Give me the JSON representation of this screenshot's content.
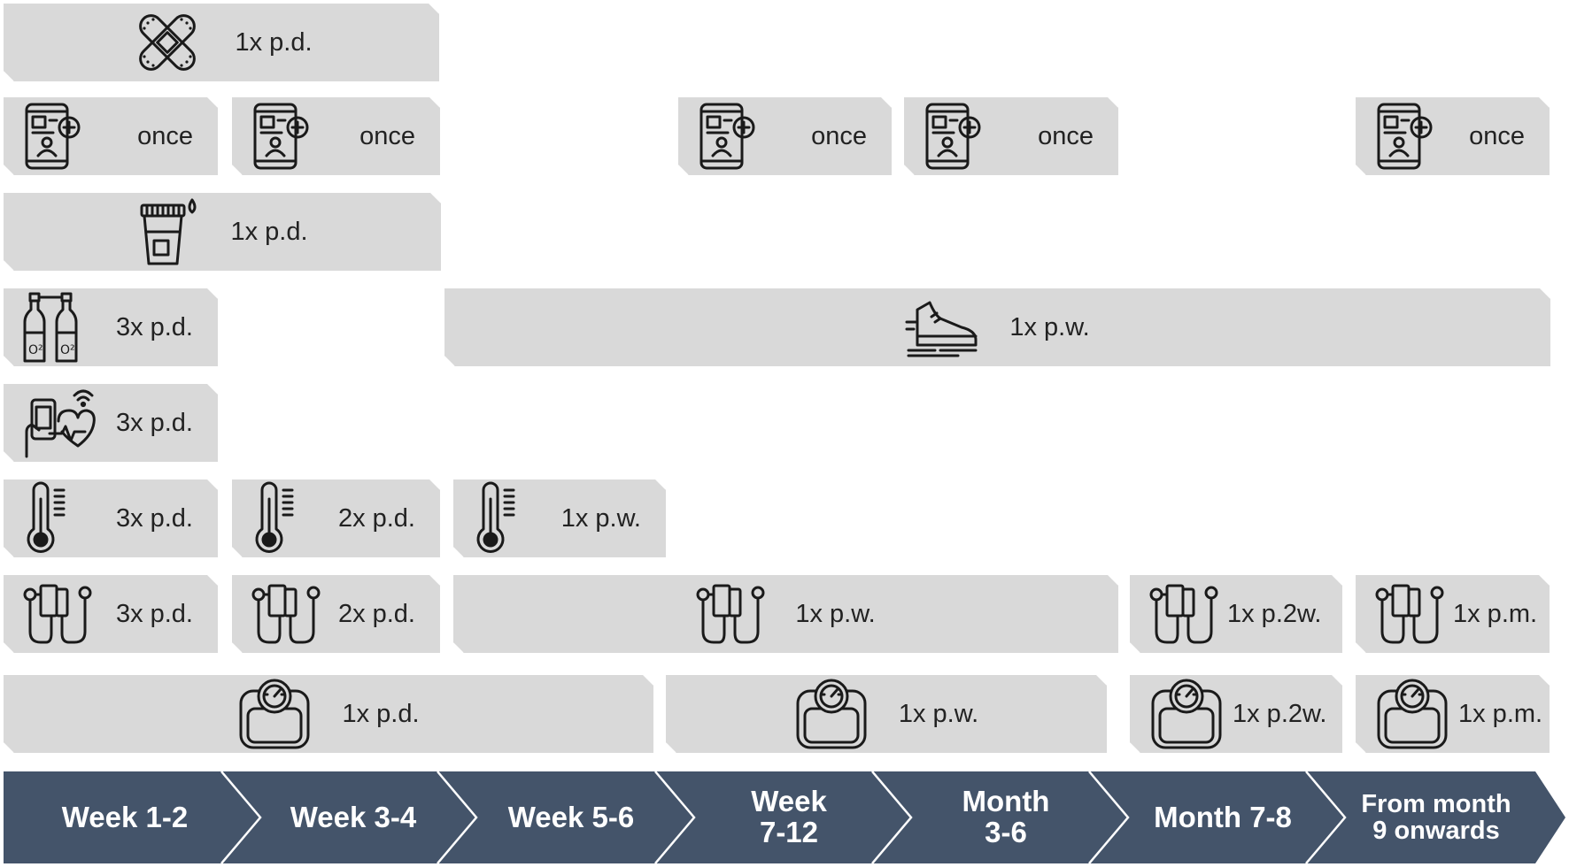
{
  "colors": {
    "bar": "#d9d9d9",
    "timeline": "#44546a",
    "chevron_line": "#ffffff",
    "icon_stroke": "#1a1a1a"
  },
  "periods": [
    "Week 1-2",
    "Week 3-4",
    "Week 5-6",
    "Week\n7-12",
    "Month\n3-6",
    "Month 7-8",
    "From month\n9 onwards"
  ],
  "rows": [
    {
      "name": "wound",
      "icon": "bandage-icon",
      "bars": [
        {
          "label": "1x p.d."
        }
      ]
    },
    {
      "name": "questionnaire",
      "icon": "mobile-medical-form-icon",
      "bars": [
        {
          "label": "once"
        },
        {
          "label": "once"
        },
        {
          "label": "once"
        },
        {
          "label": "once"
        },
        {
          "label": "once"
        }
      ]
    },
    {
      "name": "urine",
      "icon": "urine-cup-icon",
      "bars": [
        {
          "label": "1x p.d."
        }
      ]
    },
    {
      "name": "oxygen-or-walking",
      "icon": "oxygen-bottles-icon",
      "bars": [
        {
          "label": "3x p.d.",
          "icon": "oxygen-bottles-icon"
        },
        {
          "label": "1x p.w.",
          "icon": "sneaker-icon"
        }
      ]
    },
    {
      "name": "heart-monitoring",
      "icon": "phone-heart-wifi-icon",
      "bars": [
        {
          "label": "3x p.d."
        }
      ]
    },
    {
      "name": "temperature",
      "icon": "thermometer-icon",
      "bars": [
        {
          "label": "3x p.d."
        },
        {
          "label": "2x p.d."
        },
        {
          "label": "1x p.w."
        }
      ]
    },
    {
      "name": "blood-pressure",
      "icon": "blood-pressure-monitor-icon",
      "bars": [
        {
          "label": "3x p.d."
        },
        {
          "label": "2x p.d."
        },
        {
          "label": "1x p.w."
        },
        {
          "label": "1x p.2w."
        },
        {
          "label": "1x p.m."
        }
      ]
    },
    {
      "name": "weight",
      "icon": "weighing-scale-icon",
      "bars": [
        {
          "label": "1x p.d."
        },
        {
          "label": "1x p.w."
        },
        {
          "label": "1x p.2w."
        },
        {
          "label": "1x p.m."
        }
      ]
    }
  ]
}
